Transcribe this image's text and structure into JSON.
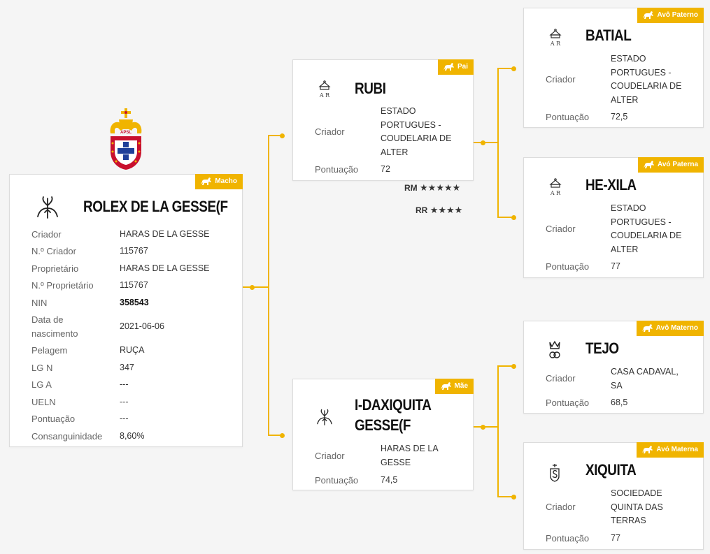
{
  "main": {
    "badge": "Macho",
    "name": "ROLEX DE LA GESSE(F",
    "rows": [
      {
        "label": "Criador",
        "value": "HARAS DE LA GESSE"
      },
      {
        "label": "N.º Criador",
        "value": "115767"
      },
      {
        "label": "Proprietário",
        "value": "HARAS DE LA GESSE"
      },
      {
        "label": "N.º Proprietário",
        "value": "115767"
      },
      {
        "label": "NIN",
        "value": "358543"
      },
      {
        "label": "Data de nascimento",
        "value": "2021-06-06"
      },
      {
        "label": "Pelagem",
        "value": "RUÇA"
      },
      {
        "label": "LG N",
        "value": "347"
      },
      {
        "label": "LG A",
        "value": "---"
      },
      {
        "label": "UELN",
        "value": "---"
      },
      {
        "label": "Pontuação",
        "value": "---"
      },
      {
        "label": "Consanguinidade",
        "value": "8,60%"
      }
    ],
    "crest_text": "APSL"
  },
  "pai": {
    "badge": "Pai",
    "name": "RUBI",
    "criador_label": "Criador",
    "criador": "ESTADO PORTUGUES - COUDELARIA DE ALTER",
    "pontuacao_label": "Pontuação",
    "pontuacao": "72",
    "brand": "A R",
    "rm_label": "RM",
    "rm_stars": "★★★★★",
    "rr_label": "RR",
    "rr_stars": "★★★★"
  },
  "mae": {
    "badge": "Mãe",
    "name_line1": "I-DAXIQUITA",
    "name_line2": "GESSE(F",
    "criador_label": "Criador",
    "criador": "HARAS DE LA GESSE",
    "pontuacao_label": "Pontuação",
    "pontuacao": "74,5"
  },
  "avo_paterno": {
    "badge": "Avô Paterno",
    "name": "BATIAL",
    "criador_label": "Criador",
    "criador": "ESTADO PORTUGUES - COUDELARIA DE ALTER",
    "pontuacao_label": "Pontuação",
    "pontuacao": "72,5",
    "brand": "A R"
  },
  "avo_paterna": {
    "badge": "Avó Paterna",
    "name": "HE-XILA",
    "criador_label": "Criador",
    "criador": "ESTADO PORTUGUES - COUDELARIA DE ALTER",
    "pontuacao_label": "Pontuação",
    "pontuacao": "77",
    "brand": "A R"
  },
  "avo_materno": {
    "badge": "Avô Materno",
    "name": "TEJO",
    "criador_label": "Criador",
    "criador": "CASA CADAVAL, SA",
    "pontuacao_label": "Pontuação",
    "pontuacao": "68,5"
  },
  "avo_materna": {
    "badge": "Avó Materna",
    "name": "XIQUITA",
    "criador_label": "Criador",
    "criador": "SOCIEDADE QUINTA DAS TERRAS",
    "pontuacao_label": "Pontuação",
    "pontuacao": "77"
  },
  "colors": {
    "accent": "#f0b400",
    "crest_red": "#c8102e",
    "crest_blue": "#1f3f99"
  },
  "icons": [
    "horse-icon",
    "brand-mark-icon",
    "crest-icon",
    "star-icon"
  ]
}
